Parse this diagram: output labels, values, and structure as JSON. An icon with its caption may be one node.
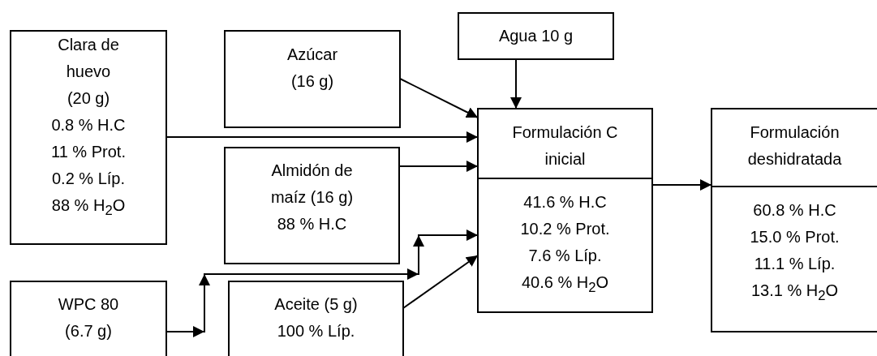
{
  "diagram": {
    "nodes": [
      {
        "text": [
          "Clara de huevo (20 g)",
          "0.8 % H.C",
          "11 % Prot.",
          "0.2 % Líp.",
          "88 % H$_{2}$O"
        ]
      },
      {
        "text": [
          "Azúcar (16 g)"
        ]
      },
      {
        "text": [
          "Almidón de maíz (16 g)",
          "88 % H.C"
        ]
      },
      {
        "text": [
          "WPC 80 (6.7 g)"
        ]
      },
      {
        "text": [
          "Aceite (5 g)",
          "100 % Líp."
        ]
      },
      {
        "text": [
          "Agua 10 g"
        ]
      },
      {
        "text": [
          "Formulación C inicial",
          "41.6 % H.C",
          "10.2 % Prot.",
          "7.6 % Líp.",
          "40.6 % H$_{2}$O"
        ]
      },
      {
        "text": [
          "Formulación deshidratada",
          "60.8 % H.C",
          "15.0 % Prot.",
          "11.1 % Líp.",
          "13.1 % H$_{2}$O"
        ]
      }
    ],
    "edges": [
      {
        "from": 5,
        "to": 6,
        "arrow": "to"
      },
      {
        "from": 1,
        "to": 6,
        "arrow": "to"
      },
      {
        "from": 0,
        "to": 6,
        "arrow": "to"
      },
      {
        "from": 2,
        "to": 6,
        "arrow": "to"
      },
      {
        "from": 3,
        "to": 6,
        "arrow": "to"
      },
      {
        "from": 4,
        "to": 6,
        "arrow": "to"
      },
      {
        "from": 6,
        "to": 7,
        "arrow": "to"
      }
    ]
  }
}
